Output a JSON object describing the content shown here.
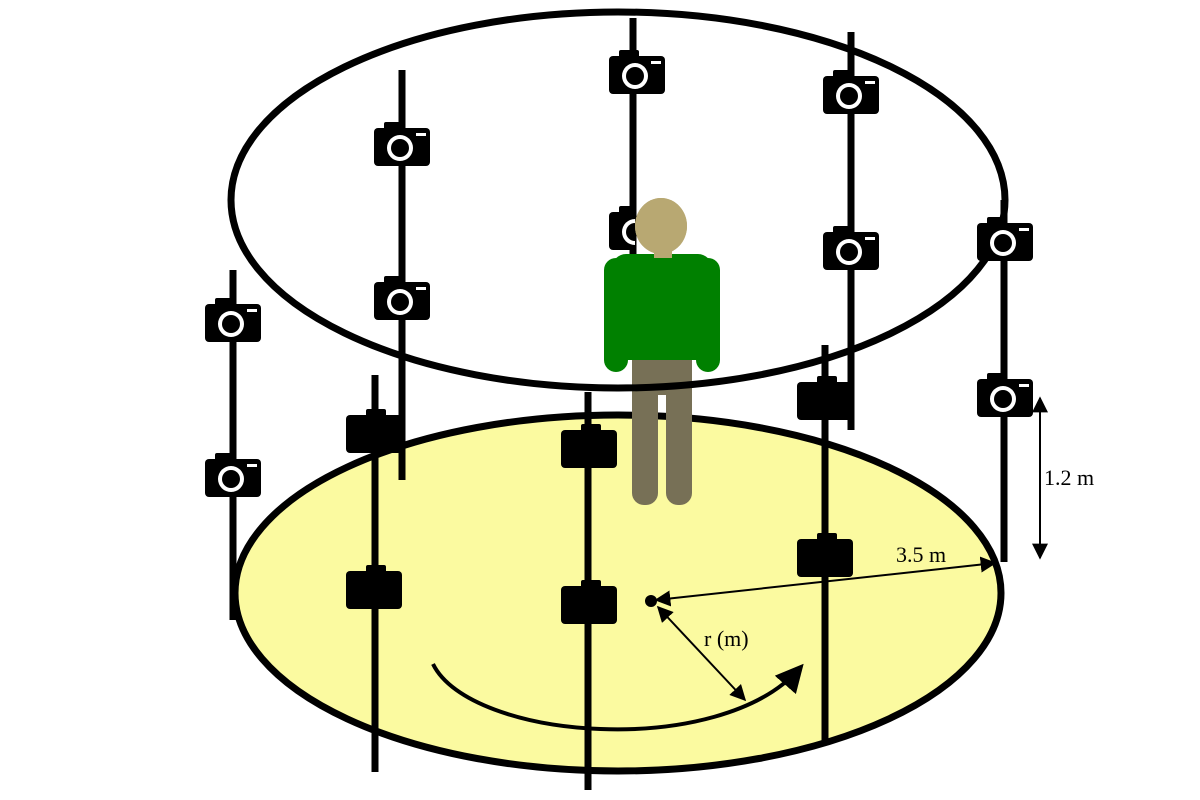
{
  "labels": {
    "height": "1.2 m",
    "radius": "3.5 m",
    "distance": "r (m)"
  },
  "colors": {
    "floor": "#fbfaa0",
    "shirt": "#008000",
    "pants": "#777056",
    "head": "#b8a872",
    "frame": "#000000"
  },
  "icons": {
    "camera": "camera-icon",
    "person": "person-figure"
  }
}
